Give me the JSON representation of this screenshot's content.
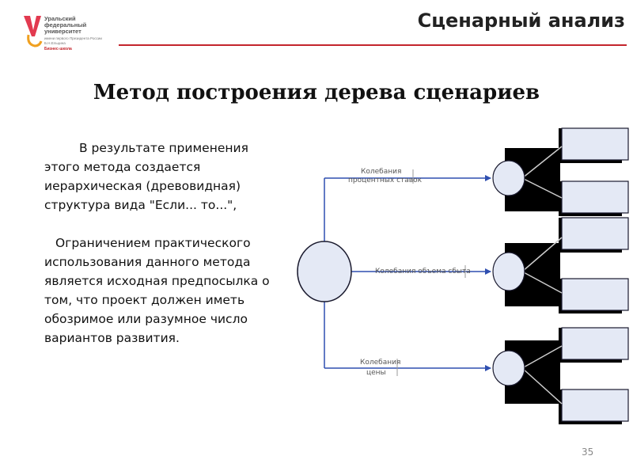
{
  "header": {
    "logo_text": "Уральский федеральный университет",
    "logo_subtext": "имени первого Президента России Б.Н.Ельцина",
    "logo_school": "Бизнес-школа",
    "section_title": "Сценарный анализ",
    "accent_color": "#c4252c"
  },
  "slide": {
    "title": "Метод построения дерева сценариев",
    "paragraph_1": "В результате применения этого метода создается иерархическая (древовидная) структура вида \"Если... то...\",",
    "paragraph_2": "Ограничением практического использования данного метода является исходная предпосылка о том, что проект должен иметь обозримое или разумное число вариантов развития.",
    "page_number": "35"
  },
  "diagram": {
    "branch_labels": {
      "interest": [
        "Колебания",
        "процентных ставок"
      ],
      "volume": [
        "Колебания объема сбыта"
      ],
      "price": [
        "Колебания",
        "цены"
      ]
    },
    "node_fill": "#e4e9f5",
    "shadow_color": "#000000"
  }
}
